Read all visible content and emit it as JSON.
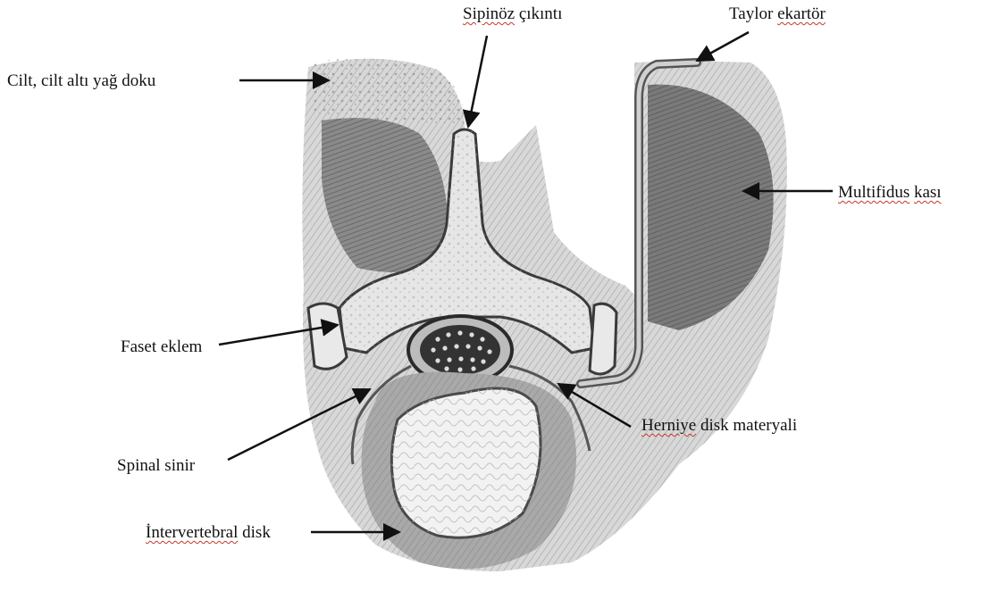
{
  "labels": {
    "skin": "Cilt, cilt altı yağ doku",
    "spinous_word1": "Sipinöz",
    "spinous_word2": "çıkıntı",
    "retractor_word1": "Taylor",
    "retractor_word2": "ekartör",
    "multifidus_word1": "Multifidus",
    "multifidus_word2": "kası",
    "facet": "Faset eklem",
    "herniated_word1": "Herniye",
    "herniated_word2": "disk materyali",
    "spinal_nerve": "Spinal sinir",
    "disc_word1": "İntervertebral",
    "disc_word2": "disk"
  },
  "colors": {
    "ink": "#111111",
    "spellcheck": "#c0392b"
  }
}
